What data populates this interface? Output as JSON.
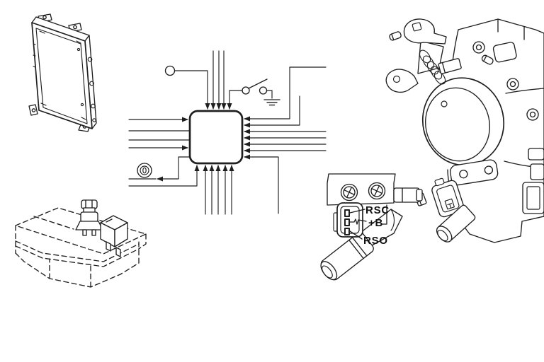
{
  "canvas": {
    "background_color": "#ffffff",
    "ink_color": "#1f1f1f",
    "label_color": "#111111"
  },
  "illustrations": {
    "ecu_module": {
      "icon": "ecu-module-line-art"
    },
    "wiring_schematic": {
      "icon": "ecu-wiring-schematic"
    },
    "reservoir": {
      "icon": "canister-with-vsv-and-relay"
    },
    "throttle_body": {
      "icon": "throttle-body-with-isc-valve"
    }
  },
  "isc_connector": {
    "pin_labels": [
      {
        "text": "RSC"
      },
      {
        "text": "+B"
      },
      {
        "text": "RSO"
      }
    ]
  }
}
